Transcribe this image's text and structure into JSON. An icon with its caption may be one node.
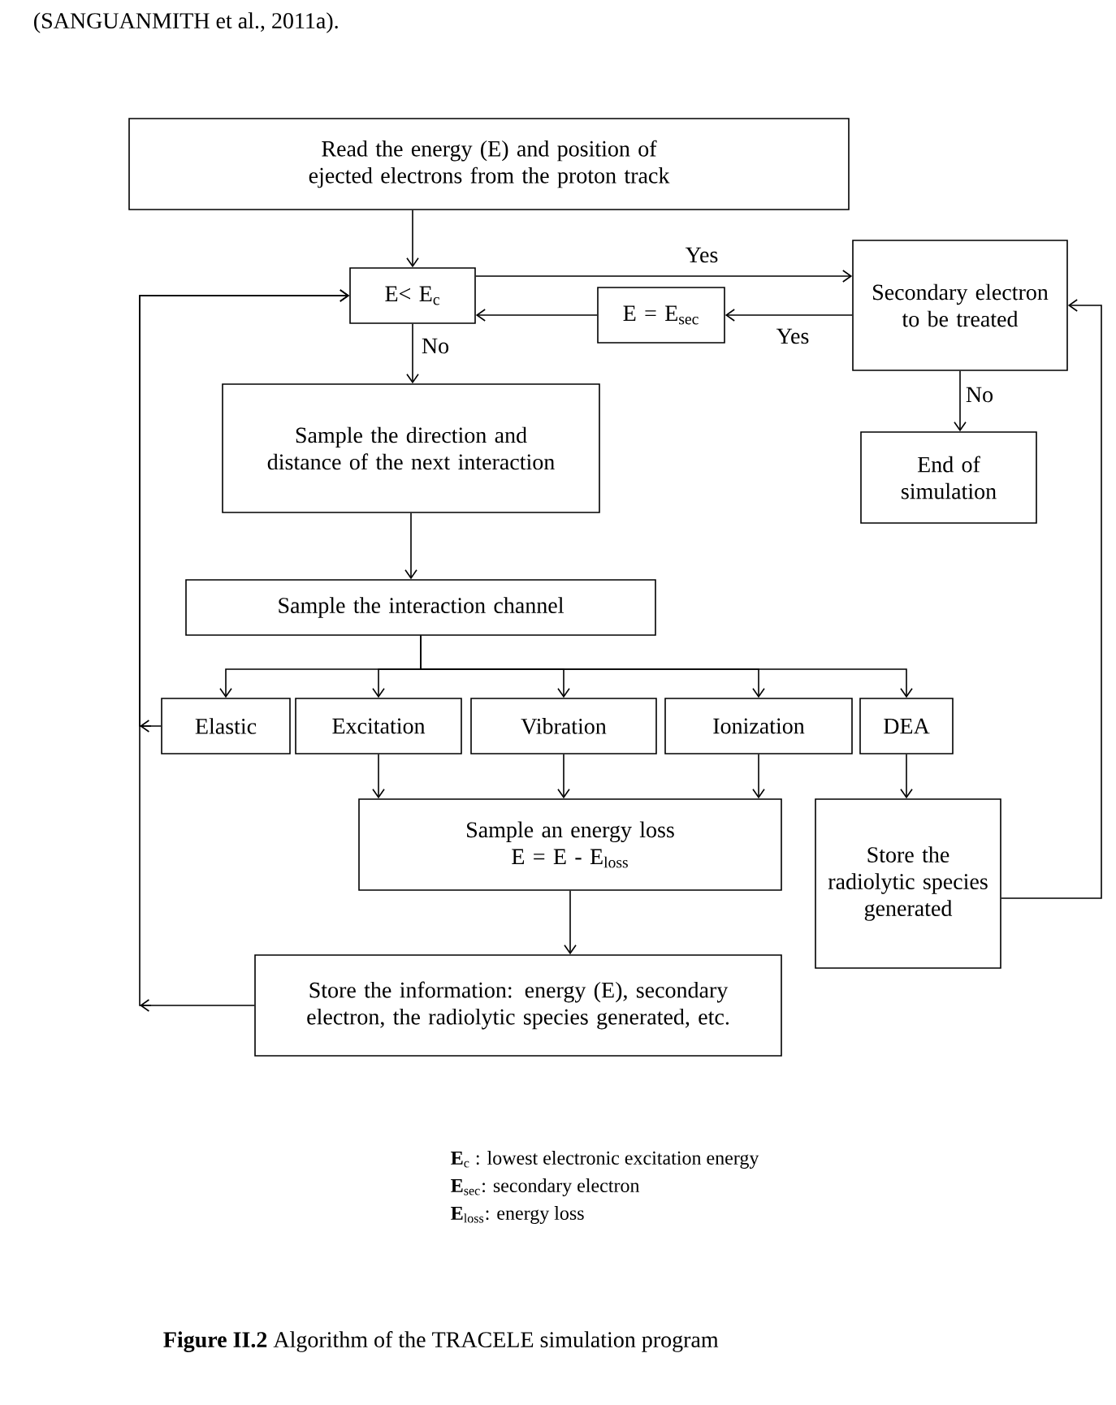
{
  "diagram": {
    "caption": "**Figure II.2** Algorithm of the TRACELE simulation program",
    "nodes": [
      {
        "text": [
          "Read the energy (E) and position of ejected electrons from the proton track"
        ]
      },
      {
        "text": [
          "E< E$_{c}$"
        ]
      },
      {
        "text": [
          "Secondary electron to be treated"
        ]
      },
      {
        "text": [
          "E = E$_{sec}$"
        ]
      },
      {
        "text": [
          "Sample the direction and distance of the next interaction"
        ]
      },
      {
        "text": [
          "End of simulation"
        ]
      },
      {
        "text": [
          "Sample the interaction channel"
        ]
      },
      {
        "text": [
          "Elastic"
        ]
      },
      {
        "text": [
          "Excitation"
        ]
      },
      {
        "text": [
          "Vibration"
        ]
      },
      {
        "text": [
          "Ionization"
        ]
      },
      {
        "text": [
          "DEA"
        ]
      },
      {
        "text": [
          "Sample an energy loss",
          "E = E - E$_{loss}$"
        ]
      },
      {
        "text": [
          "Store the radiolytic species generated"
        ]
      },
      {
        "text": [
          "Store the information: energy (E), secondary electron, the radiolytic species generated, etc."
        ]
      }
    ],
    "edges": [
      {
        "from": 0,
        "to": 1,
        "arrow": "to"
      },
      {
        "from": 1,
        "to": 2,
        "arrow": "to",
        "label": "Yes"
      },
      {
        "from": 2,
        "to": 3,
        "arrow": "to",
        "label": "Yes"
      },
      {
        "from": 3,
        "to": 1,
        "arrow": "to"
      },
      {
        "from": 1,
        "to": 4,
        "arrow": "to",
        "label": "No"
      },
      {
        "from": 4,
        "to": 6,
        "arrow": "to"
      },
      {
        "from": 6,
        "to": 7,
        "arrow": "to"
      },
      {
        "from": 6,
        "to": 8,
        "arrow": "to"
      },
      {
        "from": 6,
        "to": 9,
        "arrow": "to"
      },
      {
        "from": 6,
        "to": 10,
        "arrow": "to"
      },
      {
        "from": 6,
        "to": 11,
        "arrow": "to"
      },
      {
        "from": 7,
        "to": 1,
        "arrow": "to"
      },
      {
        "from": 8,
        "to": 12,
        "arrow": "to"
      },
      {
        "from": 9,
        "to": 12,
        "arrow": "to"
      },
      {
        "from": 10,
        "to": 12,
        "arrow": "to"
      },
      {
        "from": 11,
        "to": 13,
        "arrow": "to"
      },
      {
        "from": 12,
        "to": 14,
        "arrow": "to"
      },
      {
        "from": 14,
        "to": 1,
        "arrow": "to"
      },
      {
        "from": 13,
        "to": 2,
        "arrow": "to"
      },
      {
        "from": 2,
        "to": 5,
        "arrow": "to",
        "label": "No"
      }
    ],
    "labels": [
      "(SANGUANMITH et al., 2011a).",
      "**E**$_{c}$ : lowest electronic excitation energy",
      "**E**$_{sec}$: secondary electron",
      "**E**$_{loss}$: energy loss"
    ]
  }
}
